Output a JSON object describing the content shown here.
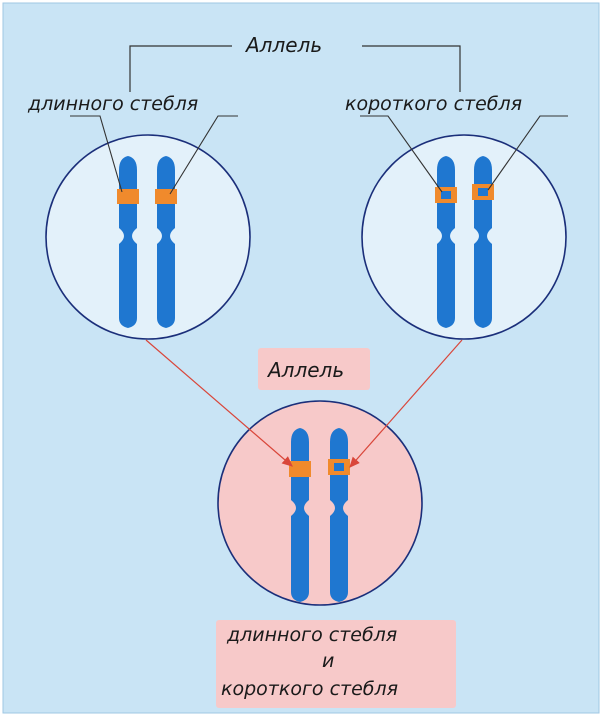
{
  "labels": {
    "top_allele": "Аллель",
    "long_stem": "длинного стебля",
    "short_stem": "короткого стебля",
    "middle_allele": "Аллель",
    "bottom_line1": "длинного стебля",
    "bottom_line2": "и",
    "bottom_line3": "короткого стебля"
  },
  "colors": {
    "background": "#c9e4f5",
    "cell_fill": "#e3f1fa",
    "cell_fill_bottom": "#f7c9c9",
    "cell_stroke": "#1b2f7a",
    "chromosome": "#1f77d0",
    "band": "#f08a2c",
    "arrow": "#d9463a",
    "line": "#333333"
  }
}
